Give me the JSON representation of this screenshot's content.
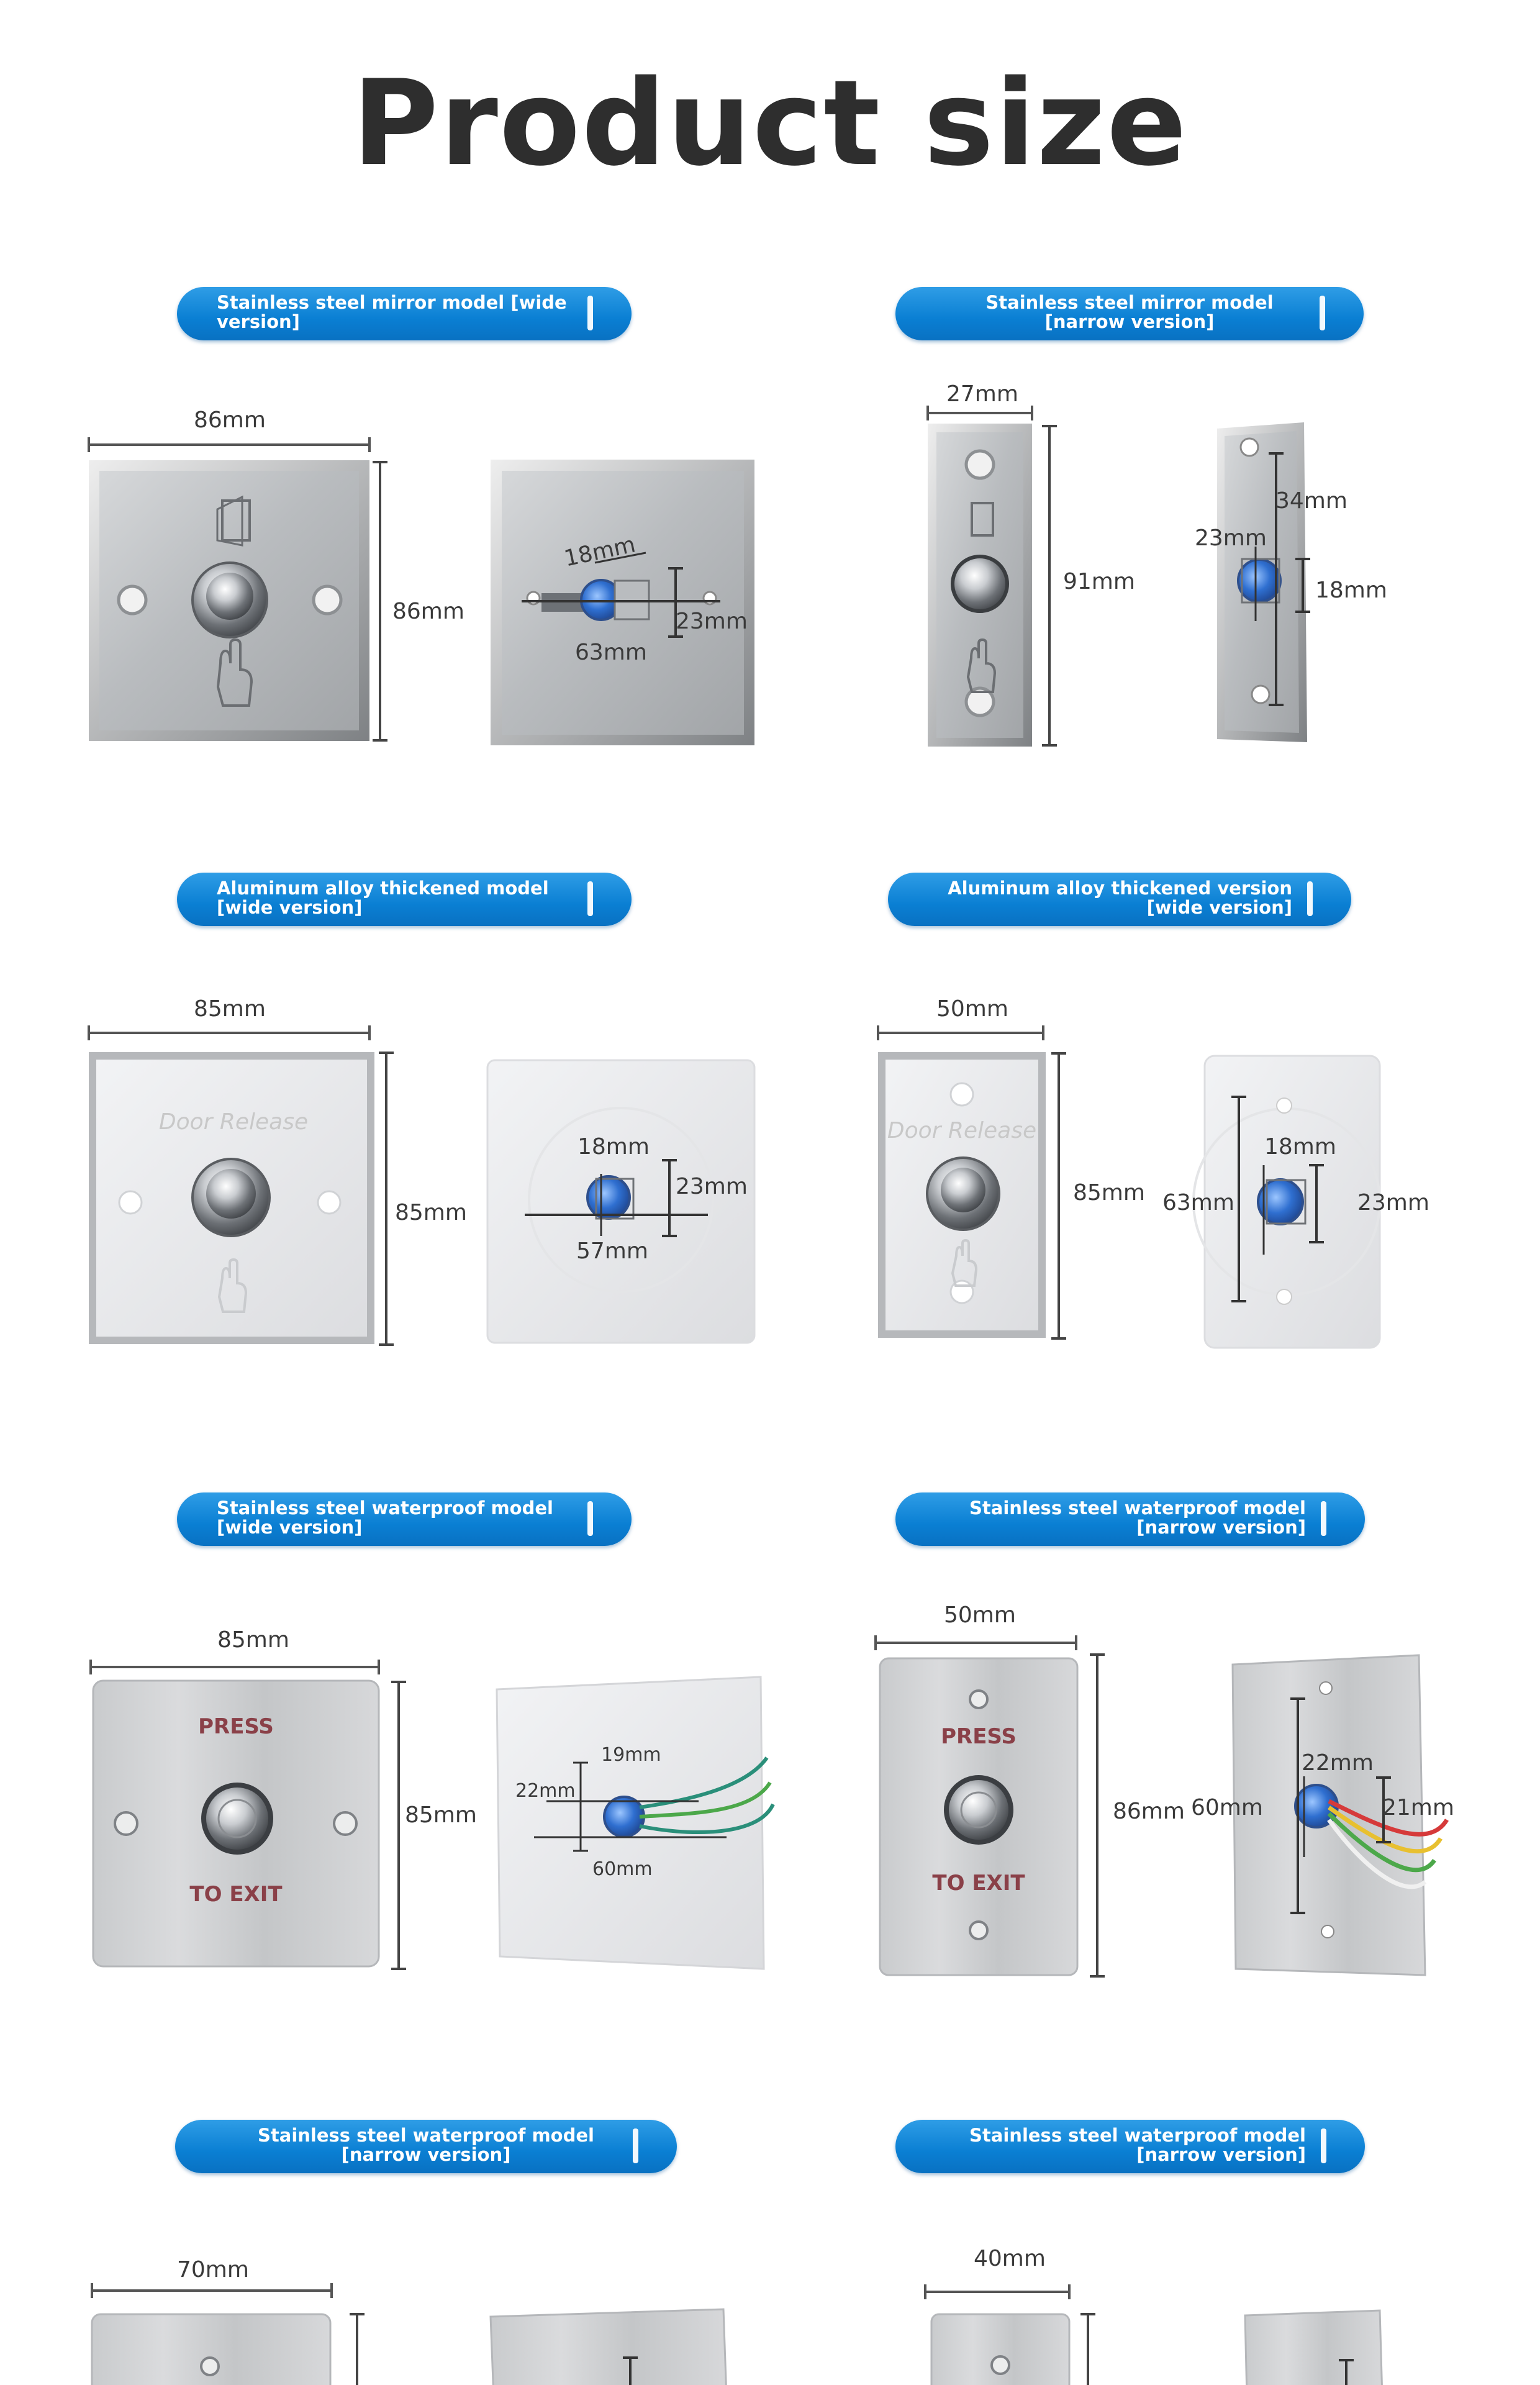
{
  "title": "Product size",
  "sections": [
    {
      "badge": "Stainless steel mirror model [wide version]",
      "dims": {
        "width": "86mm",
        "height": "86mm",
        "button_height": "18mm",
        "button_diameter": "23mm",
        "button_length": "63mm"
      }
    },
    {
      "badge": "Stainless steel mirror model [narrow version]",
      "dims": {
        "width": "27mm",
        "height": "91mm",
        "button_diameter": "23mm",
        "button_depth": "34mm",
        "button_height": "18mm"
      }
    },
    {
      "badge": "Aluminum alloy thickened model [wide version]",
      "panel_text": "Door Release",
      "dims": {
        "width": "85mm",
        "height": "85mm",
        "button_height": "18mm",
        "button_diameter": "23mm",
        "button_length": "57mm"
      }
    },
    {
      "badge": "Aluminum alloy thickened version [wide version]",
      "panel_text": "Door Release",
      "dims": {
        "width": "50mm",
        "height": "85mm",
        "button_length": "63mm",
        "button_height": "18mm",
        "button_diameter": "23mm"
      }
    },
    {
      "badge": "Stainless steel waterproof model [wide version]",
      "panel_top": "PRESS",
      "panel_bottom": "TO EXIT",
      "dims": {
        "width": "85mm",
        "height": "85mm",
        "button_height": "19mm",
        "button_diameter": "22mm",
        "button_length": "60mm"
      }
    },
    {
      "badge": "Stainless steel waterproof model [narrow version]",
      "panel_top": "PRESS",
      "panel_bottom": "TO EXIT",
      "dims": {
        "width": "50mm",
        "height": "86mm",
        "button_length": "60mm",
        "button_height": "22mm",
        "button_diameter": "21mm"
      }
    },
    {
      "badge": "Stainless steel waterproof model [narrow version]",
      "dims": {
        "width": "70mm"
      }
    },
    {
      "badge": "Stainless steel waterproof model [narrow version]",
      "dims": {
        "width": "40mm"
      }
    }
  ],
  "colors": {
    "badge": "#0a7fd3",
    "title": "#2e2e2e",
    "panel_text": "#8a4048",
    "button_blue": "#2f6fd0"
  }
}
